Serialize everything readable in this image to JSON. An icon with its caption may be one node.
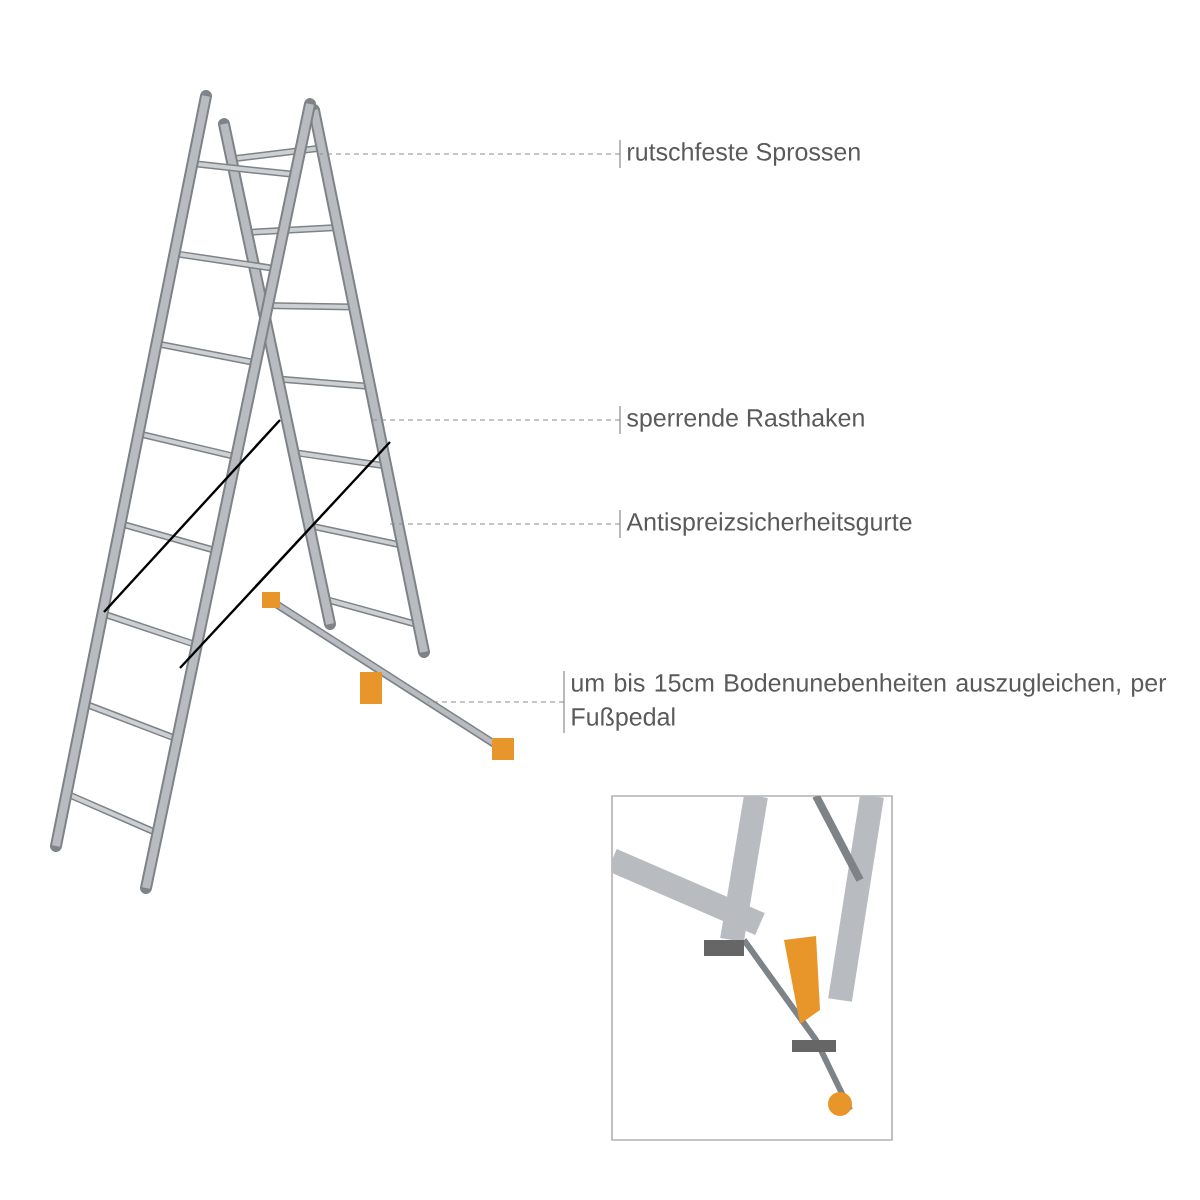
{
  "diagram": {
    "nodes": [
      {
        "text": [
          "rutschfeste Sprossen"
        ]
      },
      {
        "text": [
          "sperrende Rasthaken"
        ]
      },
      {
        "text": [
          "Antispreizsicherheitsgurte"
        ]
      },
      {
        "text": [
          "um bis 15cm Bodenunebenheiten auszugleichen, per Fußpedal"
        ]
      }
    ],
    "edges": [
      {
        "from": 0,
        "to": null,
        "arrow": "none",
        "style": "dashed"
      },
      {
        "from": 1,
        "to": null,
        "arrow": "none",
        "style": "dashed"
      },
      {
        "from": 2,
        "to": null,
        "arrow": "none",
        "style": "dashed"
      },
      {
        "from": 3,
        "to": null,
        "arrow": "none",
        "style": "dashed"
      }
    ]
  }
}
